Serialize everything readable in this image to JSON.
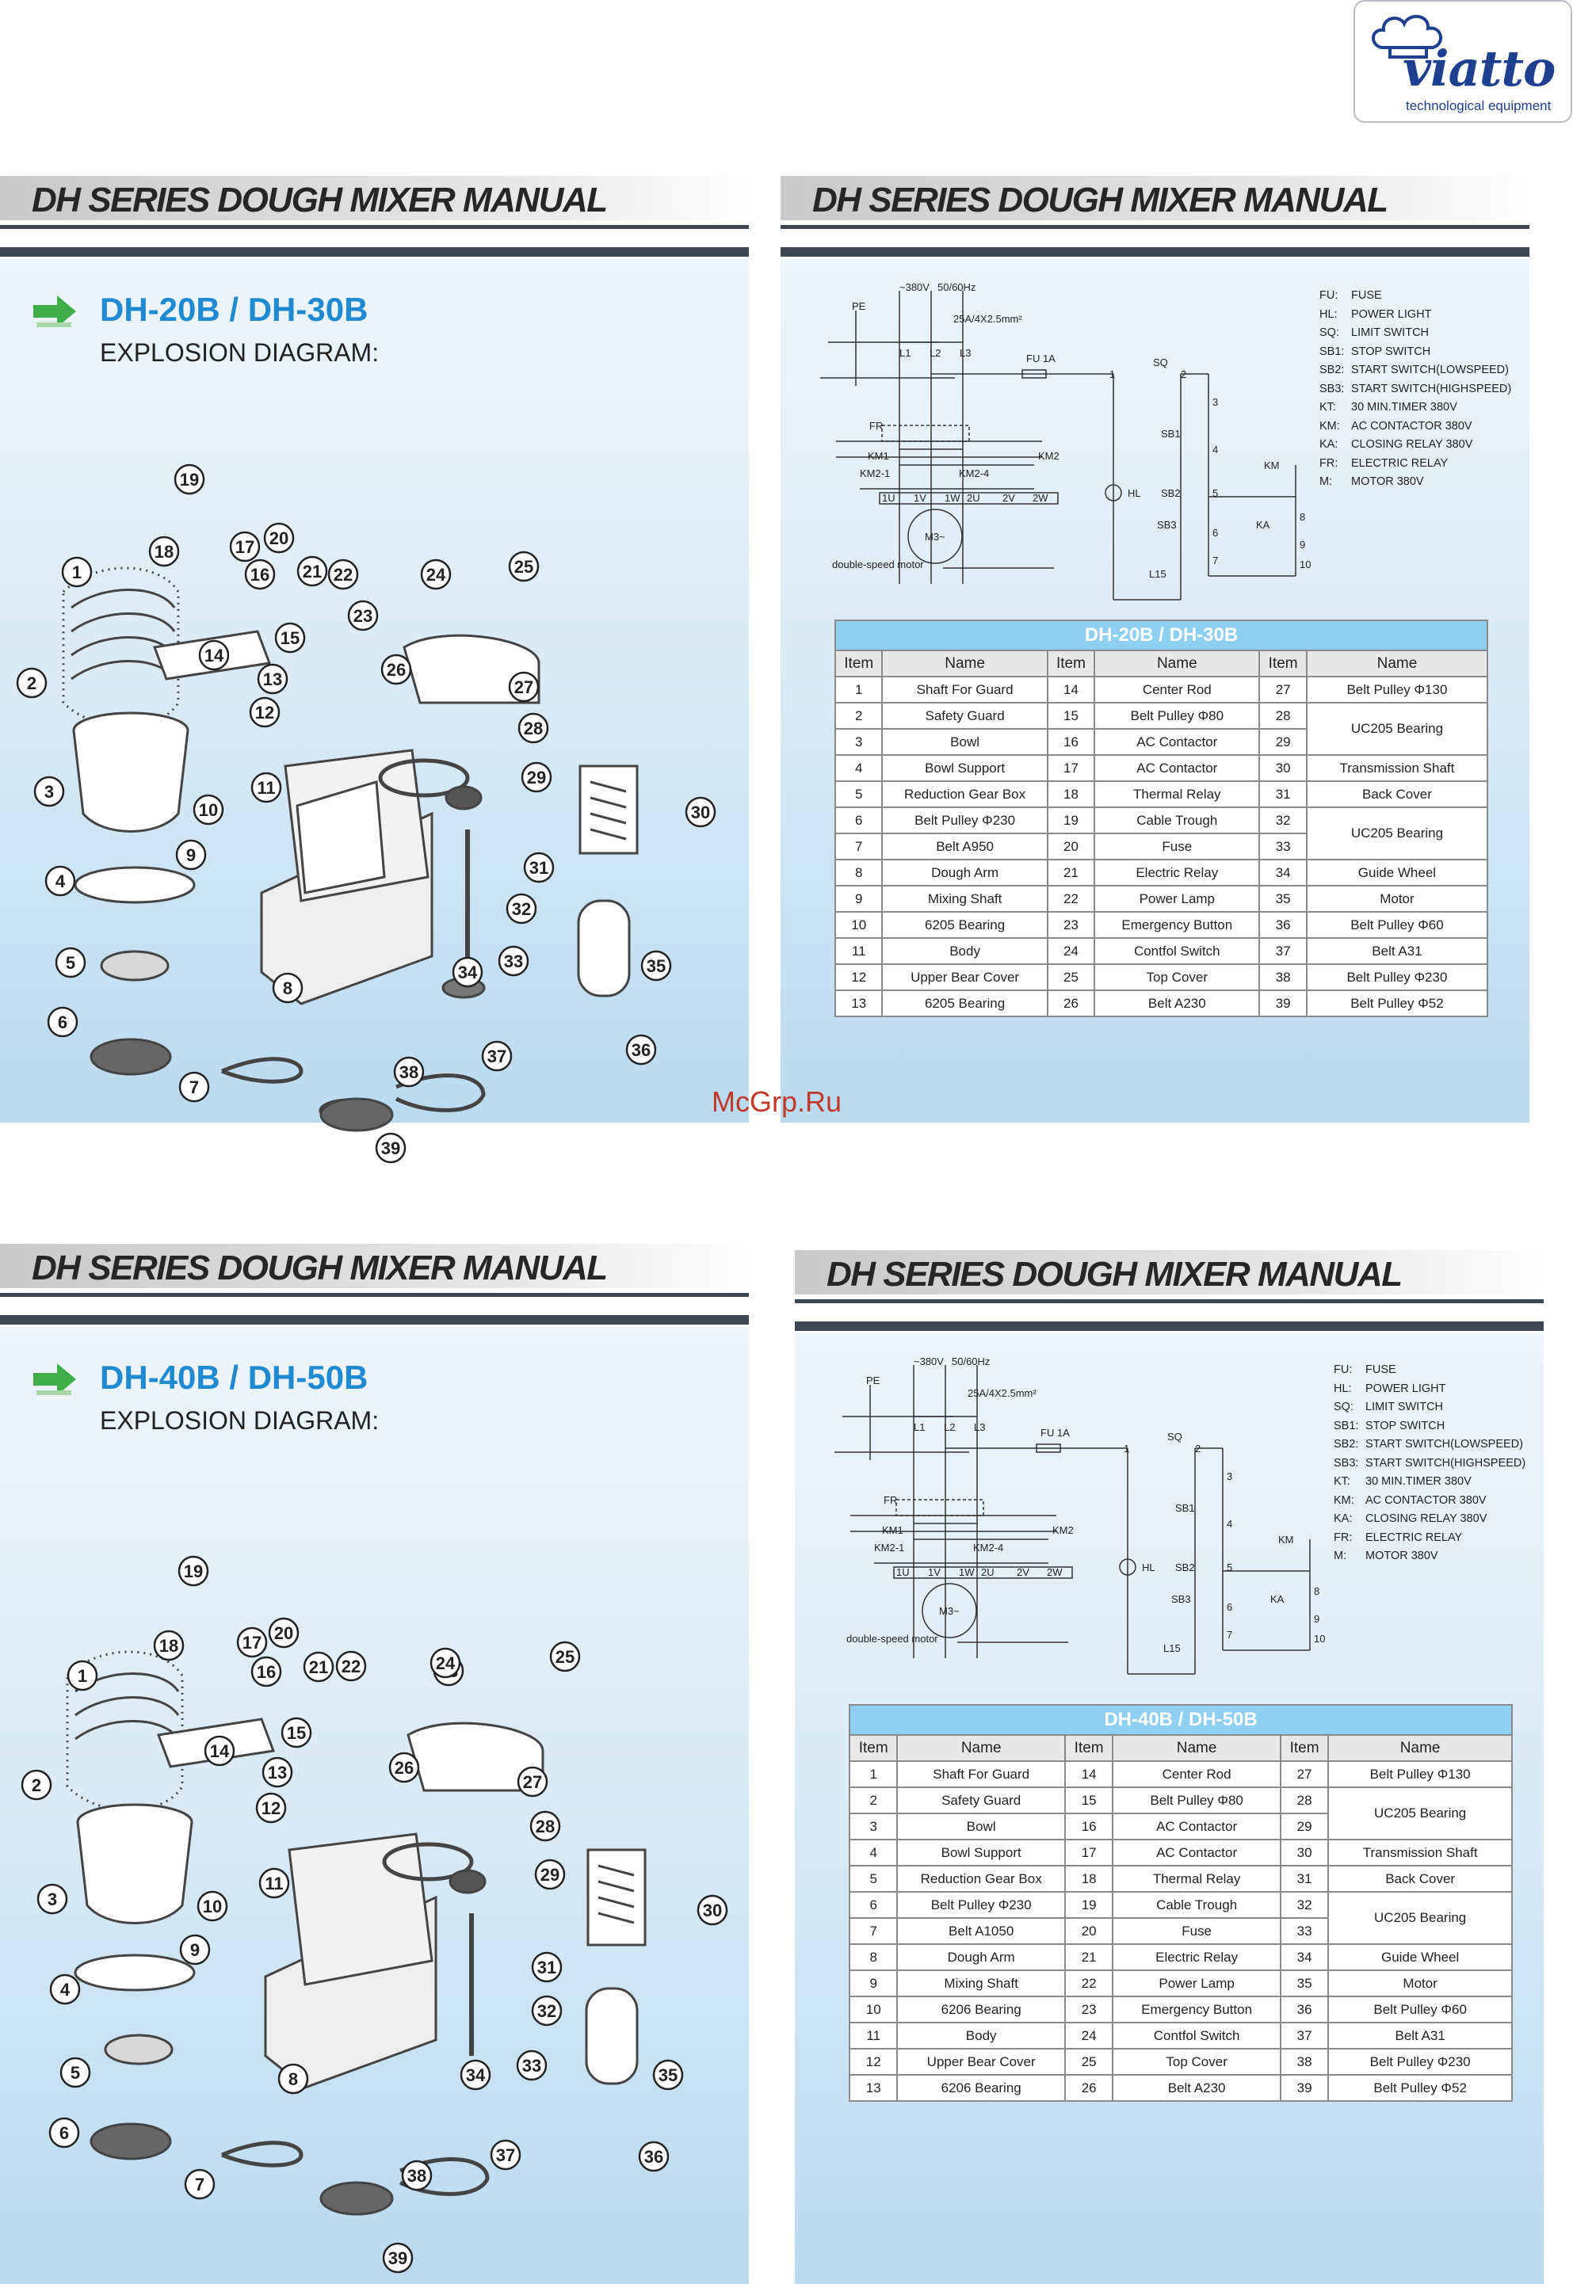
{
  "logo": {
    "brand": "viatto",
    "tagline": "technological equipment"
  },
  "watermark": "McGrp.Ru",
  "title": "DH SERIES DOUGH MIXER MANUAL",
  "explosion_panels": [
    {
      "model": "DH-20B / DH-30B",
      "subtitle": "EXPLOSION DIAGRAM:"
    },
    {
      "model": "DH-40B / DH-50B",
      "subtitle": "EXPLOSION DIAGRAM:"
    }
  ],
  "wiring": {
    "labels": {
      "pe": "PE",
      "volt": "~380V",
      "freq": "50/60Hz",
      "cable": "25A/4X2.5mm²",
      "l1": "L1",
      "l2": "L2",
      "l3": "L3",
      "fu": "FU 1A",
      "fr": "FR",
      "km1": "KM1",
      "km2": "KM2",
      "km21": "KM2-1",
      "km24": "KM2-4",
      "u1": "1U",
      "v1": "1V",
      "w1": "1W",
      "u2": "2U",
      "v2": "2V",
      "w2": "2W",
      "motor": "M3~",
      "motorlabel": "double-speed motor",
      "hl": "HL",
      "sq": "SQ",
      "sb1": "SB1",
      "sb2": "SB2",
      "sb3": "SB3",
      "ka": "KA",
      "km": "KM",
      "l15": "L15",
      "n1": "1",
      "n2": "2",
      "n3": "3",
      "n4": "4",
      "n5": "5",
      "n6": "6",
      "n7": "7",
      "n8": "8",
      "n9": "9",
      "n10": "10"
    },
    "legend": [
      {
        "k": "FU:",
        "v": "FUSE"
      },
      {
        "k": "HL:",
        "v": "POWER LIGHT"
      },
      {
        "k": "SQ:",
        "v": "LIMIT SWITCH"
      },
      {
        "k": "SB1:",
        "v": "STOP SWITCH"
      },
      {
        "k": "SB2:",
        "v": "START SWITCH(LOWSPEED)"
      },
      {
        "k": "SB3:",
        "v": "START SWITCH(HIGHSPEED)"
      },
      {
        "k": "KT:",
        "v": "30 MIN.TIMER 380V"
      },
      {
        "k": "KM:",
        "v": "AC CONTACTOR 380V"
      },
      {
        "k": "KA:",
        "v": "CLOSING RELAY 380V"
      },
      {
        "k": "FR:",
        "v": "ELECTRIC RELAY"
      },
      {
        "k": "M:",
        "v": "MOTOR 380V"
      }
    ]
  },
  "tables": [
    {
      "title": "DH-20B / DH-30B",
      "headers": [
        "Item",
        "Name",
        "Item",
        "Name",
        "Item",
        "Name"
      ],
      "col1": [
        [
          "1",
          "Shaft For Guard"
        ],
        [
          "2",
          "Safety Guard"
        ],
        [
          "3",
          "Bowl"
        ],
        [
          "4",
          "Bowl Support"
        ],
        [
          "5",
          "Reduction Gear Box"
        ],
        [
          "6",
          "Belt Pulley Φ230"
        ],
        [
          "7",
          "Belt A950"
        ],
        [
          "8",
          "Dough Arm"
        ],
        [
          "9",
          "Mixing Shaft"
        ],
        [
          "10",
          "6205 Bearing"
        ],
        [
          "11",
          "Body"
        ],
        [
          "12",
          "Upper Bear Cover"
        ],
        [
          "13",
          "6205 Bearing"
        ]
      ],
      "col2": [
        [
          "14",
          "Center Rod"
        ],
        [
          "15",
          "Belt Pulley Φ80"
        ],
        [
          "16",
          "AC Contactor"
        ],
        [
          "17",
          "AC Contactor"
        ],
        [
          "18",
          "Thermal Relay"
        ],
        [
          "19",
          "Cable Trough"
        ],
        [
          "20",
          "Fuse"
        ],
        [
          "21",
          "Electric Relay"
        ],
        [
          "22",
          "Power Lamp"
        ],
        [
          "23",
          "Emergency Button"
        ],
        [
          "24",
          "Contfol Switch"
        ],
        [
          "25",
          "Top Cover"
        ],
        [
          "26",
          "Belt A230"
        ]
      ],
      "col3": [
        [
          "27",
          "Belt Pulley Φ130"
        ],
        [
          "28",
          ""
        ],
        [
          "29",
          "UC205 Bearing"
        ],
        [
          "30",
          "Transmission Shaft"
        ],
        [
          "31",
          "Back Cover"
        ],
        [
          "32",
          ""
        ],
        [
          "33",
          "UC205 Bearing"
        ],
        [
          "34",
          "Guide Wheel"
        ],
        [
          "35",
          "Motor"
        ],
        [
          "36",
          "Belt Pulley Φ60"
        ],
        [
          "37",
          "Belt A31"
        ],
        [
          "38",
          "Belt Pulley Φ230"
        ],
        [
          "39",
          "Belt Pulley Φ52"
        ]
      ]
    },
    {
      "title": "DH-40B / DH-50B",
      "headers": [
        "Item",
        "Name",
        "Item",
        "Name",
        "Item",
        "Name"
      ],
      "col1": [
        [
          "1",
          "Shaft For Guard"
        ],
        [
          "2",
          "Safety Guard"
        ],
        [
          "3",
          "Bowl"
        ],
        [
          "4",
          "Bowl Support"
        ],
        [
          "5",
          "Reduction Gear Box"
        ],
        [
          "6",
          "Belt Pulley Φ230"
        ],
        [
          "7",
          "Belt A1050"
        ],
        [
          "8",
          "Dough Arm"
        ],
        [
          "9",
          "Mixing Shaft"
        ],
        [
          "10",
          "6206 Bearing"
        ],
        [
          "11",
          "Body"
        ],
        [
          "12",
          "Upper Bear Cover"
        ],
        [
          "13",
          "6206 Bearing"
        ]
      ],
      "col2": [
        [
          "14",
          "Center Rod"
        ],
        [
          "15",
          "Belt Pulley Φ80"
        ],
        [
          "16",
          "AC Contactor"
        ],
        [
          "17",
          "AC Contactor"
        ],
        [
          "18",
          "Thermal Relay"
        ],
        [
          "19",
          "Cable Trough"
        ],
        [
          "20",
          "Fuse"
        ],
        [
          "21",
          "Electric Relay"
        ],
        [
          "22",
          "Power Lamp"
        ],
        [
          "23",
          "Emergency Button"
        ],
        [
          "24",
          "Contfol Switch"
        ],
        [
          "25",
          "Top Cover"
        ],
        [
          "26",
          "Belt A230"
        ]
      ],
      "col3": [
        [
          "27",
          "Belt Pulley Φ130"
        ],
        [
          "28",
          ""
        ],
        [
          "29",
          "UC205 Bearing"
        ],
        [
          "30",
          "Transmission Shaft"
        ],
        [
          "31",
          "Back Cover"
        ],
        [
          "32",
          ""
        ],
        [
          "33",
          "UC205 Bearing"
        ],
        [
          "34",
          "Guide Wheel"
        ],
        [
          "35",
          "Motor"
        ],
        [
          "36",
          "Belt Pulley Φ60"
        ],
        [
          "37",
          "Belt A31"
        ],
        [
          "38",
          "Belt Pulley Φ230"
        ],
        [
          "39",
          "Belt Pulley Φ52"
        ]
      ]
    }
  ],
  "callouts": [
    "1",
    "2",
    "3",
    "4",
    "5",
    "6",
    "7",
    "8",
    "9",
    "10",
    "11",
    "12",
    "13",
    "14",
    "15",
    "16",
    "17",
    "18",
    "19",
    "20",
    "21",
    "22",
    "23",
    "24",
    "25",
    "26",
    "27",
    "28",
    "29",
    "30",
    "31",
    "32",
    "33",
    "34",
    "35",
    "36",
    "37",
    "38",
    "39"
  ]
}
